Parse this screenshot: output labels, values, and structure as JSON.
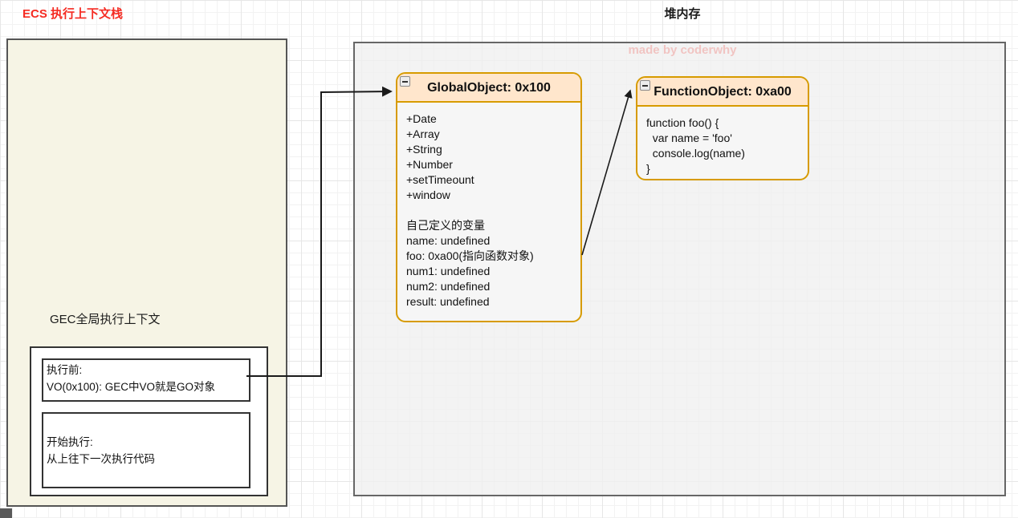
{
  "titles": {
    "stack": "ECS 执行上下文栈",
    "heap": "堆内存",
    "watermark": "made by coderwhy"
  },
  "stack": {
    "gec_label": "GEC全局执行上下文",
    "before_box": {
      "line1": "执行前:",
      "line2": "VO(0x100): GEC中VO就是GO对象"
    },
    "start_box": {
      "line1": "开始执行:",
      "line2": "从上往下一次执行代码"
    }
  },
  "heap": {
    "global_object": {
      "title": "GlobalObject: 0x100",
      "builtins": [
        "+Date",
        "+Array",
        "+String",
        "+Number",
        "+setTimeount",
        "+window"
      ],
      "custom_label": "自己定义的变量",
      "variables": [
        "name: undefined",
        "foo: 0xa00(指向函数对象)",
        "num1: undefined",
        "num2: undefined",
        "result: undefined"
      ]
    },
    "function_object": {
      "title": "FunctionObject: 0xa00",
      "code": [
        "function foo() {",
        "  var name = 'foo'",
        "  console.log(name)",
        "}"
      ]
    }
  },
  "colors": {
    "accent_red": "#F52B22",
    "orange_border": "#D79B00",
    "orange_header_fill": "#FFE6CC",
    "stack_fill": "#F6F4E5",
    "heap_fill": "#F0F0F0",
    "arrow": "#1A1A1A"
  }
}
